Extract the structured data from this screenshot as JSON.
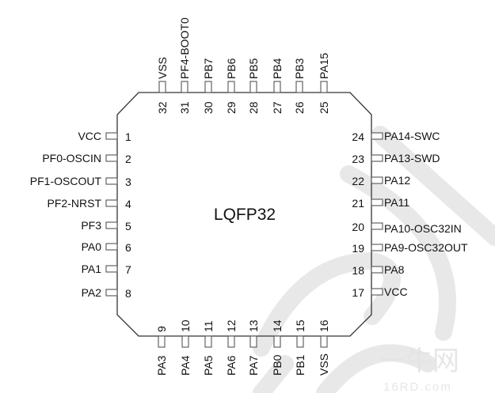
{
  "package": "LQFP32",
  "colors": {
    "outline": "#333333",
    "pin": "#555555",
    "text": "#111111",
    "watermark": "#d9d9d9"
  },
  "pins": {
    "left": [
      {
        "num": "1",
        "name": "VCC"
      },
      {
        "num": "2",
        "name": "PF0-OSCIN"
      },
      {
        "num": "3",
        "name": "PF1-OSCOUT"
      },
      {
        "num": "4",
        "name": "PF2-NRST"
      },
      {
        "num": "5",
        "name": "PF3"
      },
      {
        "num": "6",
        "name": "PA0"
      },
      {
        "num": "7",
        "name": "PA1"
      },
      {
        "num": "8",
        "name": "PA2"
      }
    ],
    "bottom": [
      {
        "num": "9",
        "name": "PA3"
      },
      {
        "num": "10",
        "name": "PA4"
      },
      {
        "num": "11",
        "name": "PA5"
      },
      {
        "num": "12",
        "name": "PA6"
      },
      {
        "num": "13",
        "name": "PA7"
      },
      {
        "num": "14",
        "name": "PB0"
      },
      {
        "num": "15",
        "name": "PB1"
      },
      {
        "num": "16",
        "name": "VSS"
      }
    ],
    "right": [
      {
        "num": "17",
        "name": "VCC"
      },
      {
        "num": "18",
        "name": "PA8"
      },
      {
        "num": "19",
        "name": "PA9-OSC32OUT"
      },
      {
        "num": "20",
        "name": "PA10-OSC32IN"
      },
      {
        "num": "21",
        "name": "PA11"
      },
      {
        "num": "22",
        "name": "PA12"
      },
      {
        "num": "23",
        "name": "PA13-SWD"
      },
      {
        "num": "24",
        "name": "PA14-SWC"
      }
    ],
    "top": [
      {
        "num": "25",
        "name": "PA15"
      },
      {
        "num": "26",
        "name": "PB3"
      },
      {
        "num": "27",
        "name": "PB4"
      },
      {
        "num": "28",
        "name": "PB5"
      },
      {
        "num": "29",
        "name": "PB6"
      },
      {
        "num": "30",
        "name": "PB7"
      },
      {
        "num": "31",
        "name": "PF4-BOOT0"
      },
      {
        "num": "32",
        "name": "VSS"
      }
    ]
  },
  "watermark": {
    "site_cn": "一牛网",
    "site_en": "16RD.com"
  }
}
